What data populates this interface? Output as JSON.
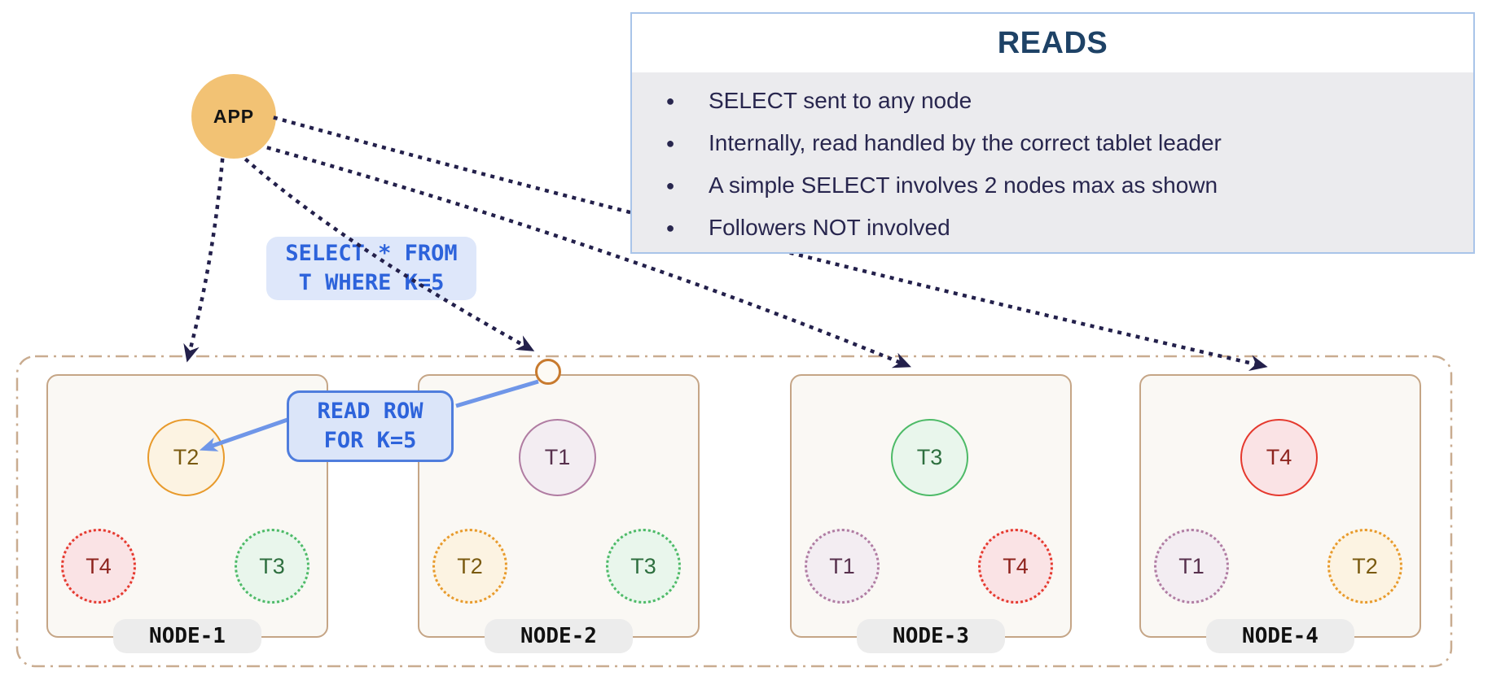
{
  "app": {
    "label": "APP"
  },
  "reads_panel": {
    "title": "READS",
    "bullet_glyph": "●",
    "bullets": [
      "SELECT sent to any node",
      "Internally, read handled by the correct tablet leader",
      "A simple SELECT involves 2 nodes max as shown",
      "Followers NOT involved"
    ]
  },
  "query_label": {
    "line1": "SELECT * FROM",
    "line2": "T WHERE K=5"
  },
  "read_row_label": {
    "line1": "READ ROW",
    "line2": "FOR K=5"
  },
  "nodes": [
    {
      "label": "NODE-1",
      "tablets": [
        {
          "label": "T2",
          "color": "orange",
          "role": "leader"
        },
        {
          "label": "T4",
          "color": "red",
          "role": "follower"
        },
        {
          "label": "T3",
          "color": "green",
          "role": "follower"
        }
      ]
    },
    {
      "label": "NODE-2",
      "tablets": [
        {
          "label": "T1",
          "color": "purple",
          "role": "leader"
        },
        {
          "label": "T2",
          "color": "orange",
          "role": "follower"
        },
        {
          "label": "T3",
          "color": "green",
          "role": "follower"
        }
      ]
    },
    {
      "label": "NODE-3",
      "tablets": [
        {
          "label": "T3",
          "color": "green",
          "role": "leader"
        },
        {
          "label": "T1",
          "color": "purple",
          "role": "follower"
        },
        {
          "label": "T4",
          "color": "red",
          "role": "follower"
        }
      ]
    },
    {
      "label": "NODE-4",
      "tablets": [
        {
          "label": "T4",
          "color": "red",
          "role": "leader"
        },
        {
          "label": "T1",
          "color": "purple",
          "role": "follower"
        },
        {
          "label": "T2",
          "color": "orange",
          "role": "follower"
        }
      ]
    }
  ],
  "palette": {
    "app_circle": "#F2C274",
    "dotted_arrow": "#23204B",
    "blue_arrow": "#6F96E8",
    "query_text": "#2D63DB",
    "query_bg": "#DEE7FA",
    "readrow_border": "#4F7DDD",
    "panel_border": "#A9C4E9",
    "panel_body_bg": "#EBEBEE",
    "panel_title": "#1E4266",
    "panel_text": "#28264E",
    "node_border": "#C5A586",
    "node_bg": "#FAF8F4",
    "cluster_dash_border": "#C9AC90",
    "hop_circle_border": "#C87A2E",
    "tablet_orange": "#E89A2B",
    "tablet_purple": "#B07CA2",
    "tablet_green": "#4DBA67",
    "tablet_red": "#E5392E"
  }
}
